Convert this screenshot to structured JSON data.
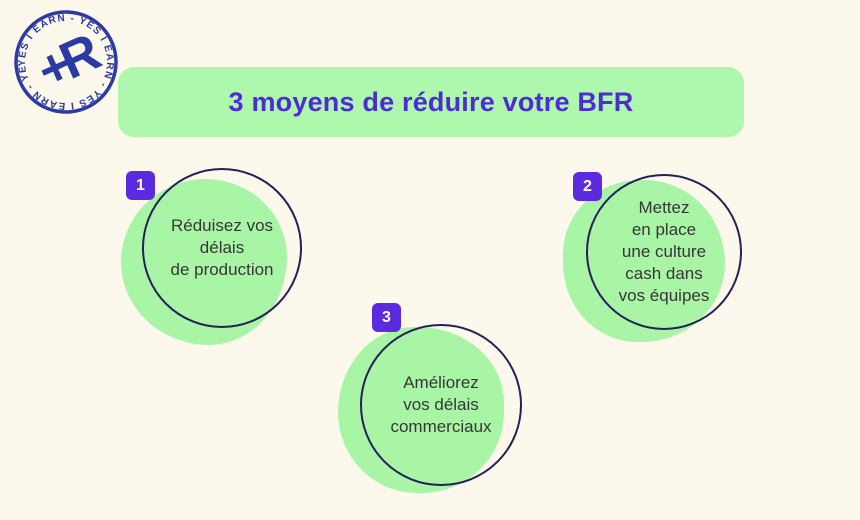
{
  "logo": {
    "ring_text": "YES I EARN - YES I EARN - YES I EARN - YES I EARN - YES I EARN - ",
    "center_glyph": "+R"
  },
  "banner": {
    "title": "3 moyens de réduire votre BFR"
  },
  "items": [
    {
      "number": "1",
      "text": "Réduisez vos\ndélais\nde production"
    },
    {
      "number": "2",
      "text": "Mettez\nen place\nune culture\ncash dans\nvos équipes"
    },
    {
      "number": "3",
      "text": "Améliorez\nvos délais\ncommerciaux"
    }
  ],
  "colors": {
    "background": "#fdf8ec",
    "blob_green": "#a9f5a6",
    "banner_green": "#adf8ad",
    "ring_navy": "#23205a",
    "badge_purple": "#5c2be0",
    "title_purple": "#4e2bd6",
    "circle_text": "#363636",
    "logo_blue": "#2b3aa5"
  }
}
